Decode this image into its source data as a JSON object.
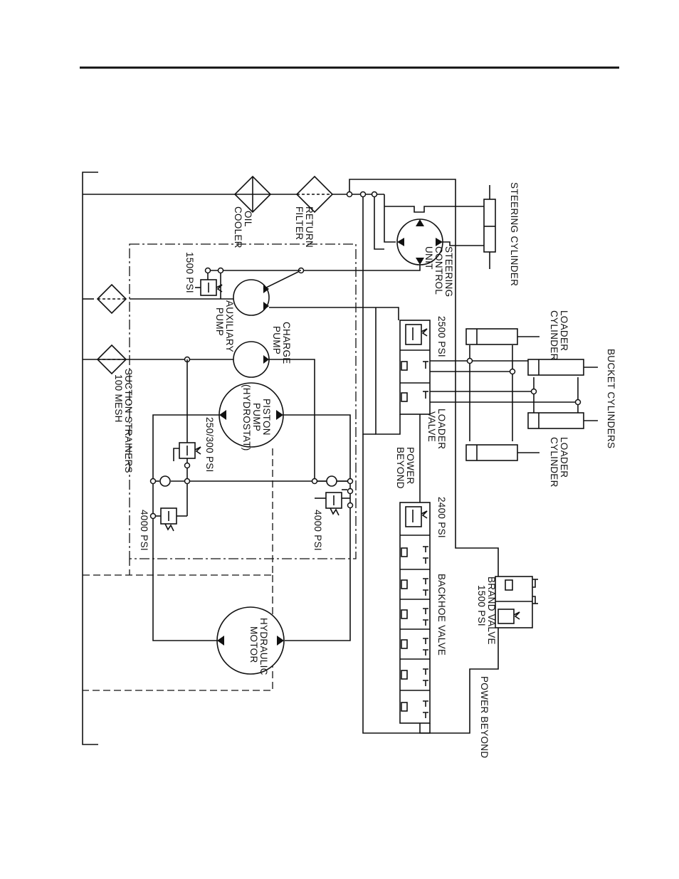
{
  "labels": {
    "steering_cylinder": "STEERING CYLINDER",
    "steering_control": [
      "STEERING",
      "CONTROL",
      "UNIT"
    ],
    "return_filter": [
      "RETURN",
      "FILTER"
    ],
    "oil_cooler": [
      "OIL",
      "COOLER"
    ],
    "relief_1500": "1500 PSI",
    "auxiliary_pump": [
      "AUXILIARY",
      "PUMP"
    ],
    "charge_pump": [
      "CHARGE",
      "PUMP"
    ],
    "suction_strainers": [
      "SUCTION STRAINERS",
      "100 MESH"
    ],
    "piston_pump": [
      "PISTON",
      "PUMP",
      "(HYDROSTAT)"
    ],
    "relief_250_300": "250/300 PSI",
    "relief_4000_left": "4000 PSI",
    "relief_4000_right": "4000 PSI",
    "relief_2500": "2500 PSI",
    "loader_valve": [
      "LOADER",
      "VALVE"
    ],
    "power_beyond_1": [
      "POWER",
      "BEYOND"
    ],
    "loader_cylinder_top": [
      "LOADER",
      "CYLINDER"
    ],
    "bucket_cylinders": "BUCKET CYLINDERS",
    "loader_cylinder_bottom": [
      "LOADER",
      "CYLINDER"
    ],
    "relief_2400": "2400 PSI",
    "backhoe_valve": "BACKHOE VALVE",
    "brand_valve": [
      "BRAND VALVE",
      "1500 PSI"
    ],
    "power_beyond_2": "POWER BEYOND",
    "hydraulic_motor": [
      "HYDRAULIC",
      "MOTOR"
    ]
  }
}
